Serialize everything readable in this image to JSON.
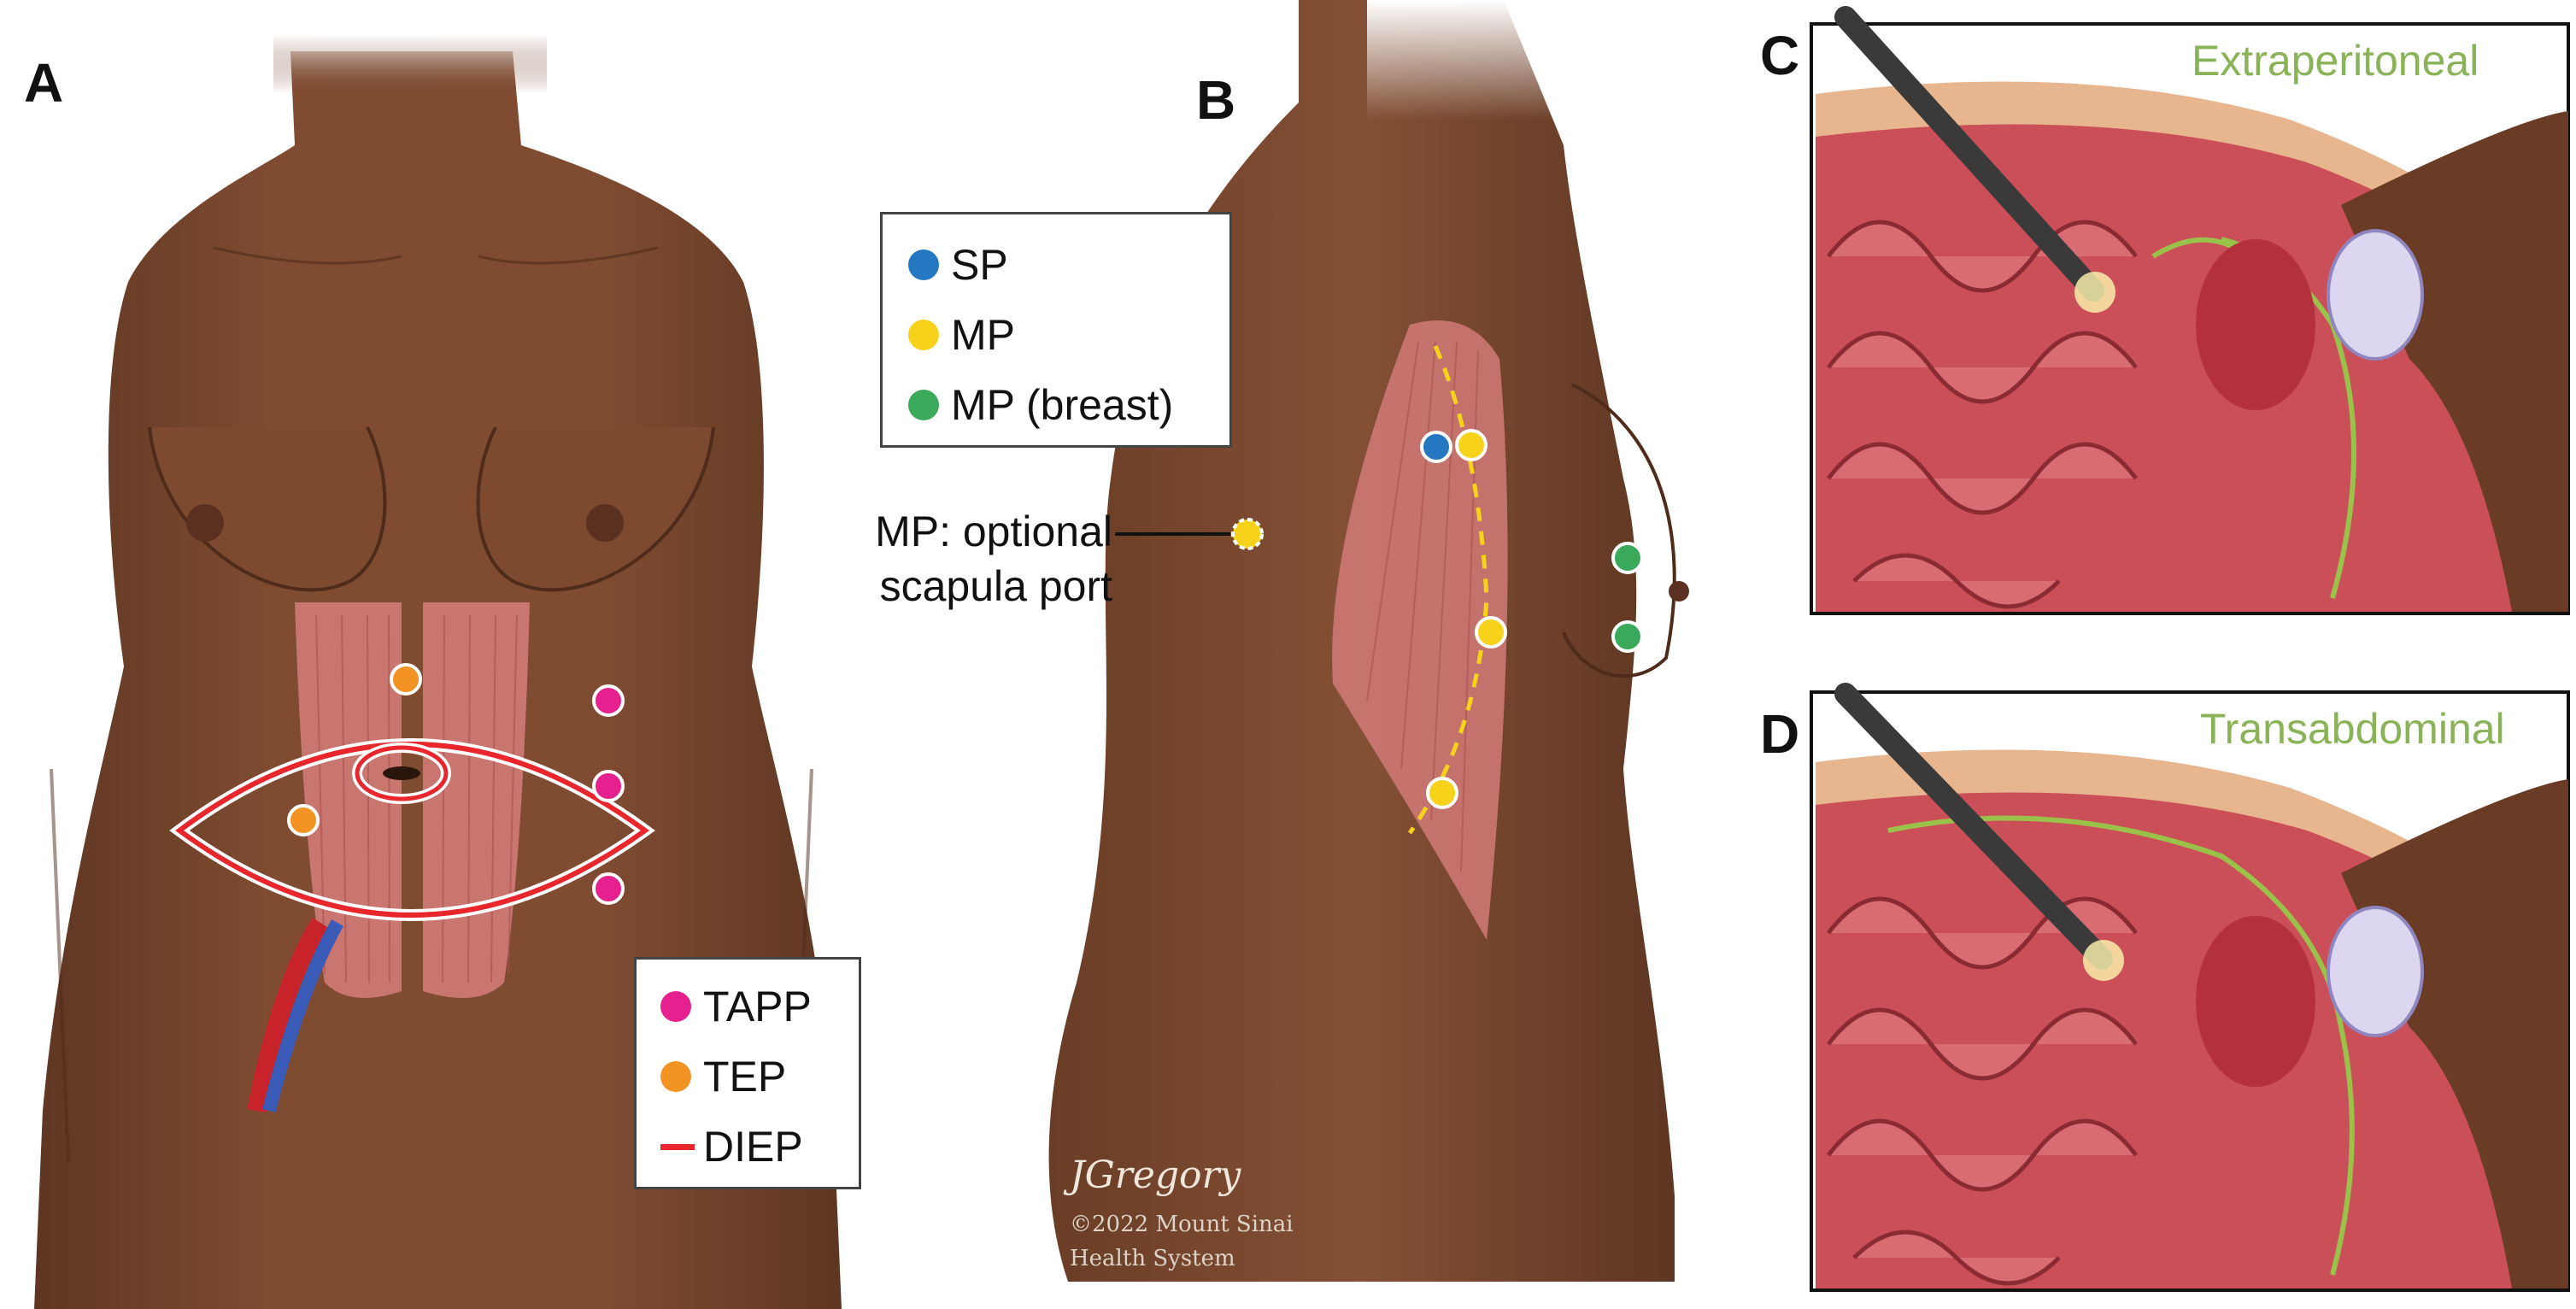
{
  "panels": {
    "a": {
      "letter": "A"
    },
    "b": {
      "letter": "B"
    },
    "c": {
      "letter": "C",
      "title": "Extraperitoneal"
    },
    "d": {
      "letter": "D",
      "title": "Transabdominal"
    }
  },
  "legend_a": {
    "items": [
      {
        "label": "TAPP",
        "color": "#e6218f",
        "marker": "dot"
      },
      {
        "label": "TEP",
        "color": "#f39324",
        "marker": "dot"
      },
      {
        "label": "DIEP",
        "color": "#e8262c",
        "marker": "line"
      }
    ]
  },
  "legend_b": {
    "items": [
      {
        "label": "SP",
        "color": "#2478c2",
        "marker": "dot"
      },
      {
        "label": "MP",
        "color": "#f6d21b",
        "marker": "dot"
      },
      {
        "label": "MP (breast)",
        "color": "#3aa95a",
        "marker": "dot"
      }
    ]
  },
  "callout_b": {
    "line1": "MP: optional",
    "line2": "scapula port"
  },
  "credit_b": {
    "signature": "JGregory",
    "line1": "©2022 Mount Sinai",
    "line2": "Health System"
  },
  "colors": {
    "skin": "#7a4a30",
    "skin_dark": "#5e3622",
    "muscle": "#d27a78",
    "vein": "#3b5bb8",
    "artery": "#c8222a",
    "accent_green": "#8ab357"
  }
}
